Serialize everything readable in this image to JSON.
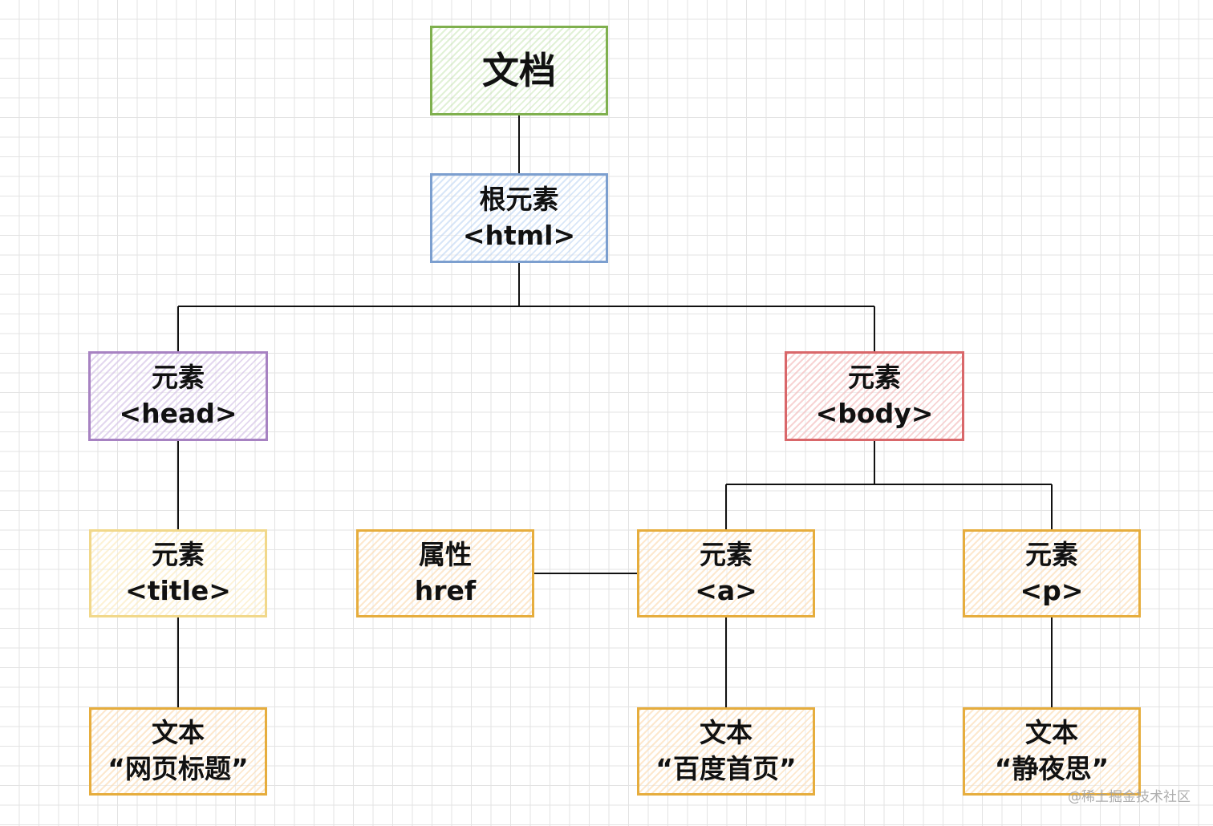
{
  "diagram": {
    "nodes": [
      {
        "id": "document",
        "line1": "文档",
        "line2": ""
      },
      {
        "id": "html",
        "line1": "根元素",
        "line2": "<html>"
      },
      {
        "id": "head",
        "line1": "元素",
        "line2": "<head>"
      },
      {
        "id": "body",
        "line1": "元素",
        "line2": "<body>"
      },
      {
        "id": "title",
        "line1": "元素",
        "line2": "<title>"
      },
      {
        "id": "href",
        "line1": "属性",
        "line2": "href"
      },
      {
        "id": "a",
        "line1": "元素",
        "line2": "<a>"
      },
      {
        "id": "p",
        "line1": "元素",
        "line2": "<p>"
      },
      {
        "id": "text-title",
        "line1": "文本",
        "line2": "“网页标题”"
      },
      {
        "id": "text-a",
        "line1": "文本",
        "line2": "“百度首页”"
      },
      {
        "id": "text-p",
        "line1": "文本",
        "line2": "“静夜思”"
      }
    ],
    "edges": [
      [
        "document",
        "html"
      ],
      [
        "html",
        "head"
      ],
      [
        "html",
        "body"
      ],
      [
        "head",
        "title"
      ],
      [
        "title",
        "text-title"
      ],
      [
        "body",
        "a"
      ],
      [
        "body",
        "p"
      ],
      [
        "href",
        "a"
      ],
      [
        "a",
        "text-a"
      ],
      [
        "p",
        "text-p"
      ]
    ],
    "colors": {
      "document": "#7fb04e",
      "html": "#7c9fcf",
      "head": "#a782c2",
      "body": "#d9676a",
      "title": "#f1d88a",
      "leaf": "#e6ad3d"
    }
  },
  "watermark": "@稀土掘金技术社区"
}
